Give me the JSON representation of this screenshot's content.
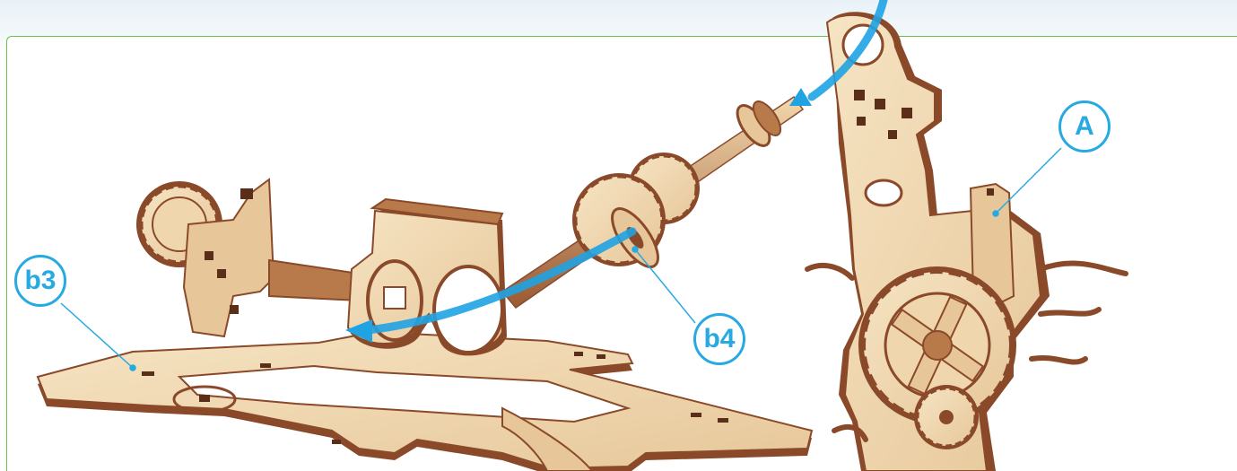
{
  "labels": {
    "a": "A",
    "b3": "b3",
    "b4": "b4"
  },
  "colors": {
    "frame_border": "#6cc04a",
    "callout": "#27a9e1",
    "arrow": "#1fa3e3",
    "wood_light": "#f1d9b3",
    "wood_edge": "#8a4a2a"
  }
}
